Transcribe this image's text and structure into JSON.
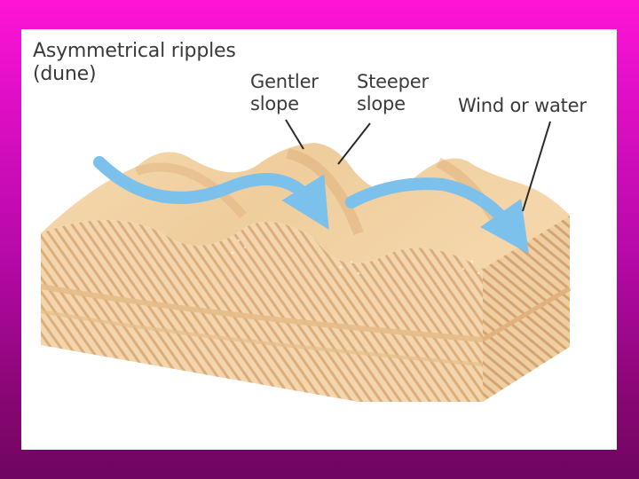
{
  "diagram": {
    "title": "Asymmetrical ripples\n(dune)",
    "labels": {
      "gentler_slope": "Gentler\nslope",
      "steeper_slope": "Steeper\nslope",
      "wind_or_water": "Wind or water"
    }
  },
  "colors": {
    "page_top": "#ff14d6",
    "page_bottom": "#6f0562",
    "panel": "#ffffff",
    "sand_top": "#f3d2a3",
    "sand_side": "#f0d0a3",
    "sand_stripe": "#d9aa75",
    "arrow": "#7cc0ec",
    "label_text": "#3a3a3a"
  }
}
